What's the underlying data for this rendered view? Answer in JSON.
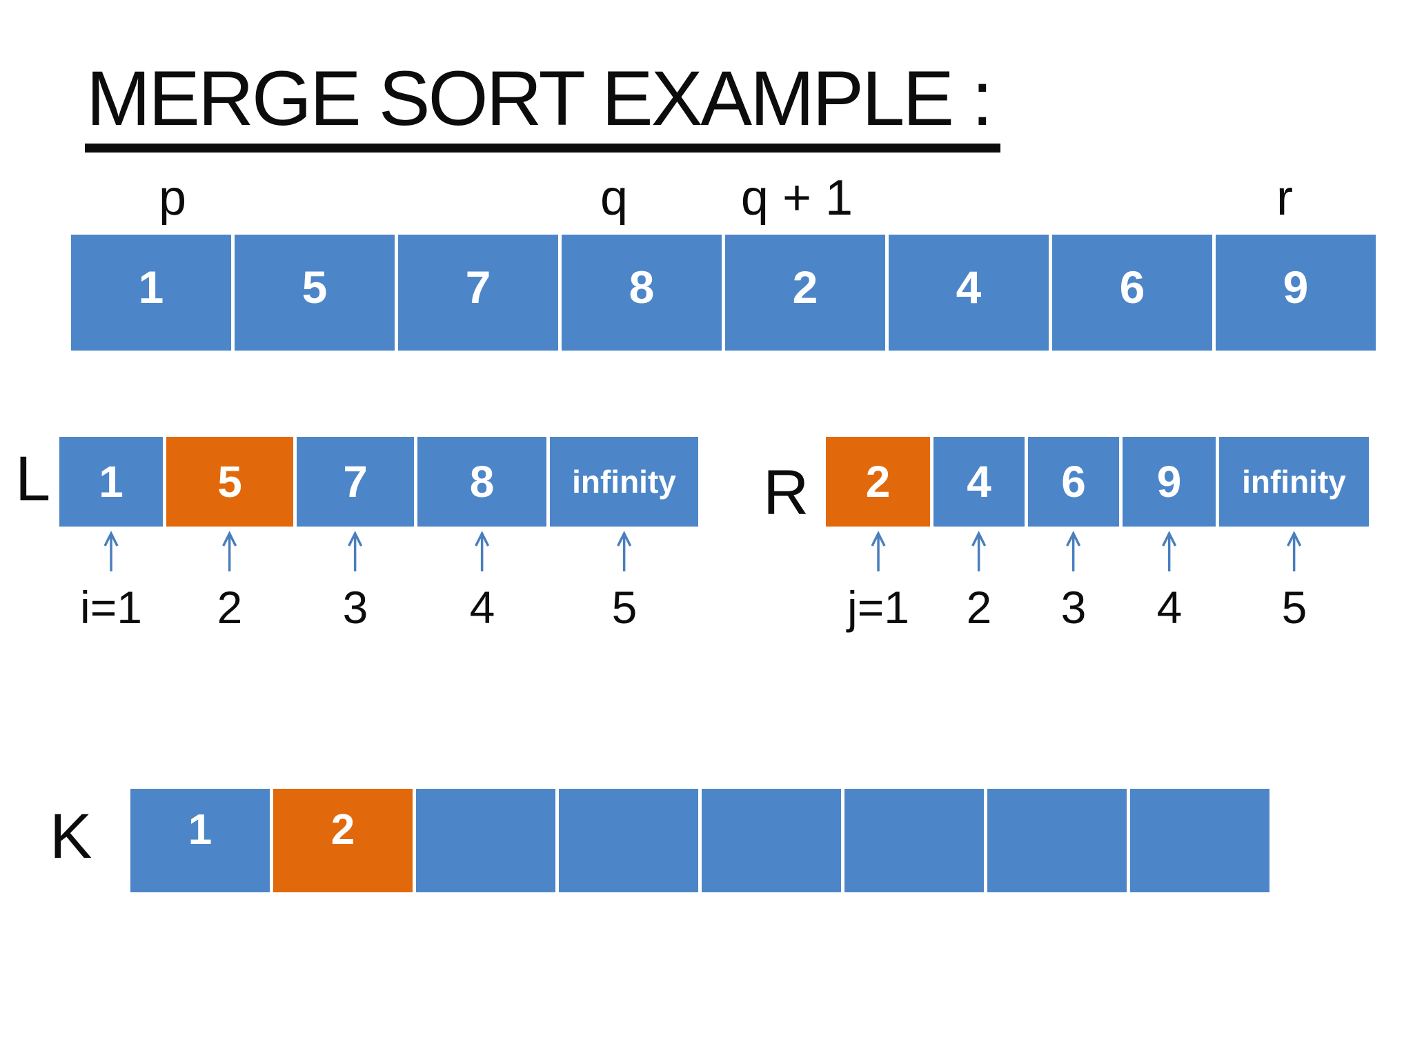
{
  "title": "MERGE SORT EXAMPLE :",
  "colors": {
    "cell_blue": "#4d86c8",
    "cell_orange": "#e2690b",
    "arrow_blue": "#4a7ebd",
    "text_black": "#0c0c0c",
    "cell_text_white": "#ffffff"
  },
  "top_array": {
    "markers": [
      "p",
      "q",
      "q + 1",
      "r"
    ],
    "cells": [
      {
        "value": "1"
      },
      {
        "value": "5"
      },
      {
        "value": "7"
      },
      {
        "value": "8"
      },
      {
        "value": "2"
      },
      {
        "value": "4"
      },
      {
        "value": "6"
      },
      {
        "value": "9"
      }
    ]
  },
  "left_array": {
    "label": "L",
    "cells": [
      {
        "value": "1"
      },
      {
        "value": "5",
        "highlighted": true
      },
      {
        "value": "7"
      },
      {
        "value": "8"
      },
      {
        "value": "infinity"
      }
    ],
    "indices": [
      "i=1",
      "2",
      "3",
      "4",
      "5"
    ]
  },
  "right_array": {
    "label": "R",
    "cells": [
      {
        "value": "2",
        "highlighted": true
      },
      {
        "value": "4"
      },
      {
        "value": "6"
      },
      {
        "value": "9"
      },
      {
        "value": "infinity"
      }
    ],
    "indices": [
      "j=1",
      "2",
      "3",
      "4",
      "5"
    ]
  },
  "output_array": {
    "label": "K",
    "cells": [
      {
        "value": "1"
      },
      {
        "value": "2",
        "highlighted": true
      },
      {
        "value": ""
      },
      {
        "value": ""
      },
      {
        "value": ""
      },
      {
        "value": ""
      },
      {
        "value": ""
      },
      {
        "value": ""
      }
    ]
  }
}
